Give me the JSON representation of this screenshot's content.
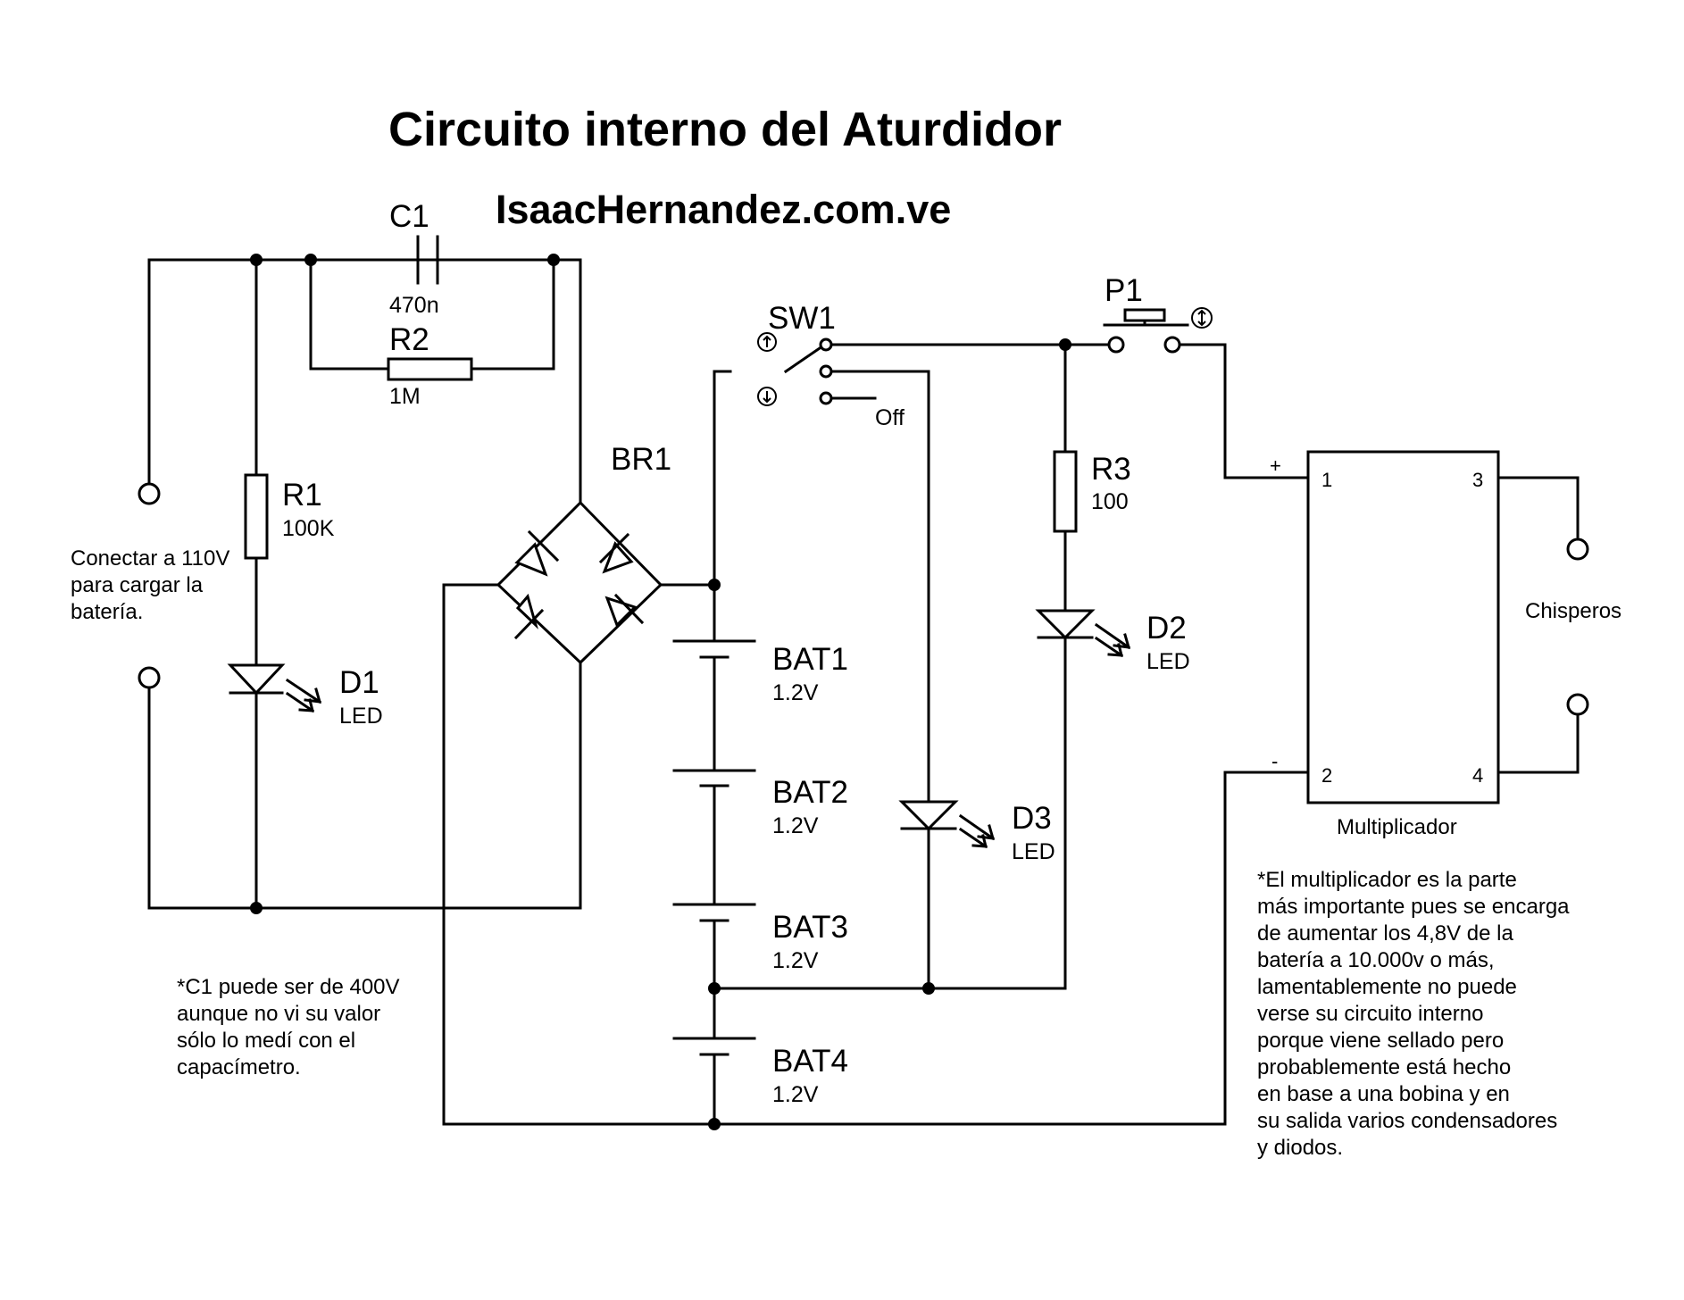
{
  "title": "Circuito interno del Aturdidor",
  "website": "IsaacHernandez.com.ve",
  "components": {
    "c1": {
      "ref": "C1",
      "value": "470n"
    },
    "r2": {
      "ref": "R2",
      "value": "1M"
    },
    "r1": {
      "ref": "R1",
      "value": "100K"
    },
    "d1": {
      "ref": "D1",
      "value": "LED"
    },
    "br1": {
      "ref": "BR1"
    },
    "sw1": {
      "ref": "SW1",
      "off_label": "Off"
    },
    "p1": {
      "ref": "P1"
    },
    "r3": {
      "ref": "R3",
      "value": "100"
    },
    "d2": {
      "ref": "D2",
      "value": "LED"
    },
    "d3": {
      "ref": "D3",
      "value": "LED"
    },
    "bat1": {
      "ref": "BAT1",
      "value": "1.2V"
    },
    "bat2": {
      "ref": "BAT2",
      "value": "1.2V"
    },
    "bat3": {
      "ref": "BAT3",
      "value": "1.2V"
    },
    "bat4": {
      "ref": "BAT4",
      "value": "1.2V"
    },
    "multiplier": {
      "name": "Multiplicador",
      "pins": [
        "1",
        "2",
        "3",
        "4"
      ],
      "plus_label": "+",
      "minus_label": "-"
    },
    "sparkers_label": "Chisperos"
  },
  "notes": {
    "charge": [
      "Conectar a 110V",
      "para cargar la",
      "batería."
    ],
    "c1_note": [
      "*C1 puede ser de 400V",
      "aunque no vi su valor",
      "sólo lo medí con el",
      "capacímetro."
    ],
    "multiplier_note": [
      "*El multiplicador es la parte",
      "más importante pues se encarga",
      "de aumentar los 4,8V de la",
      "batería a 10.000v o más,",
      "lamentablemente no puede",
      "verse su circuito interno",
      "porque viene sellado pero",
      "probablemente está hecho",
      "en base a una bobina y en",
      "su salida varios condensadores",
      "y diodos."
    ]
  }
}
